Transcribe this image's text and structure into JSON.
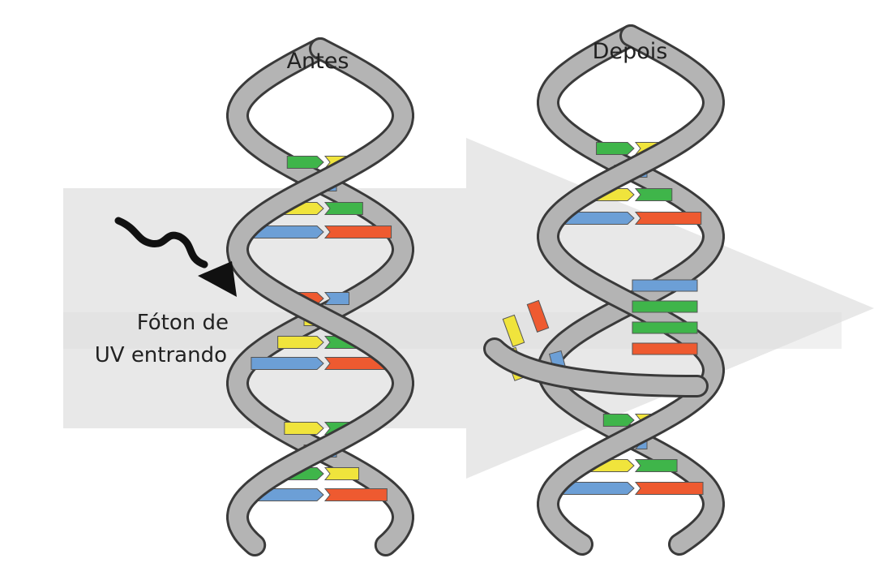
{
  "labels": {
    "before": "Antes",
    "after": "Depois",
    "photon_line1": "Fóton de",
    "photon_line2": "UV entrando"
  },
  "colors": {
    "background": "#ffffff",
    "arrow_fill": "#e8e8e8",
    "arrow_band": "#dddddd",
    "strand_fill": "#b4b4b4",
    "strand_edge": "#3a3a3a",
    "photon": "#111111",
    "base_green": "#3fb54a",
    "base_yellow": "#f0e43c",
    "base_red": "#ee5a30",
    "base_blue": "#6c9fd6"
  },
  "icons": {
    "photon": "wavy-arrow-icon"
  }
}
